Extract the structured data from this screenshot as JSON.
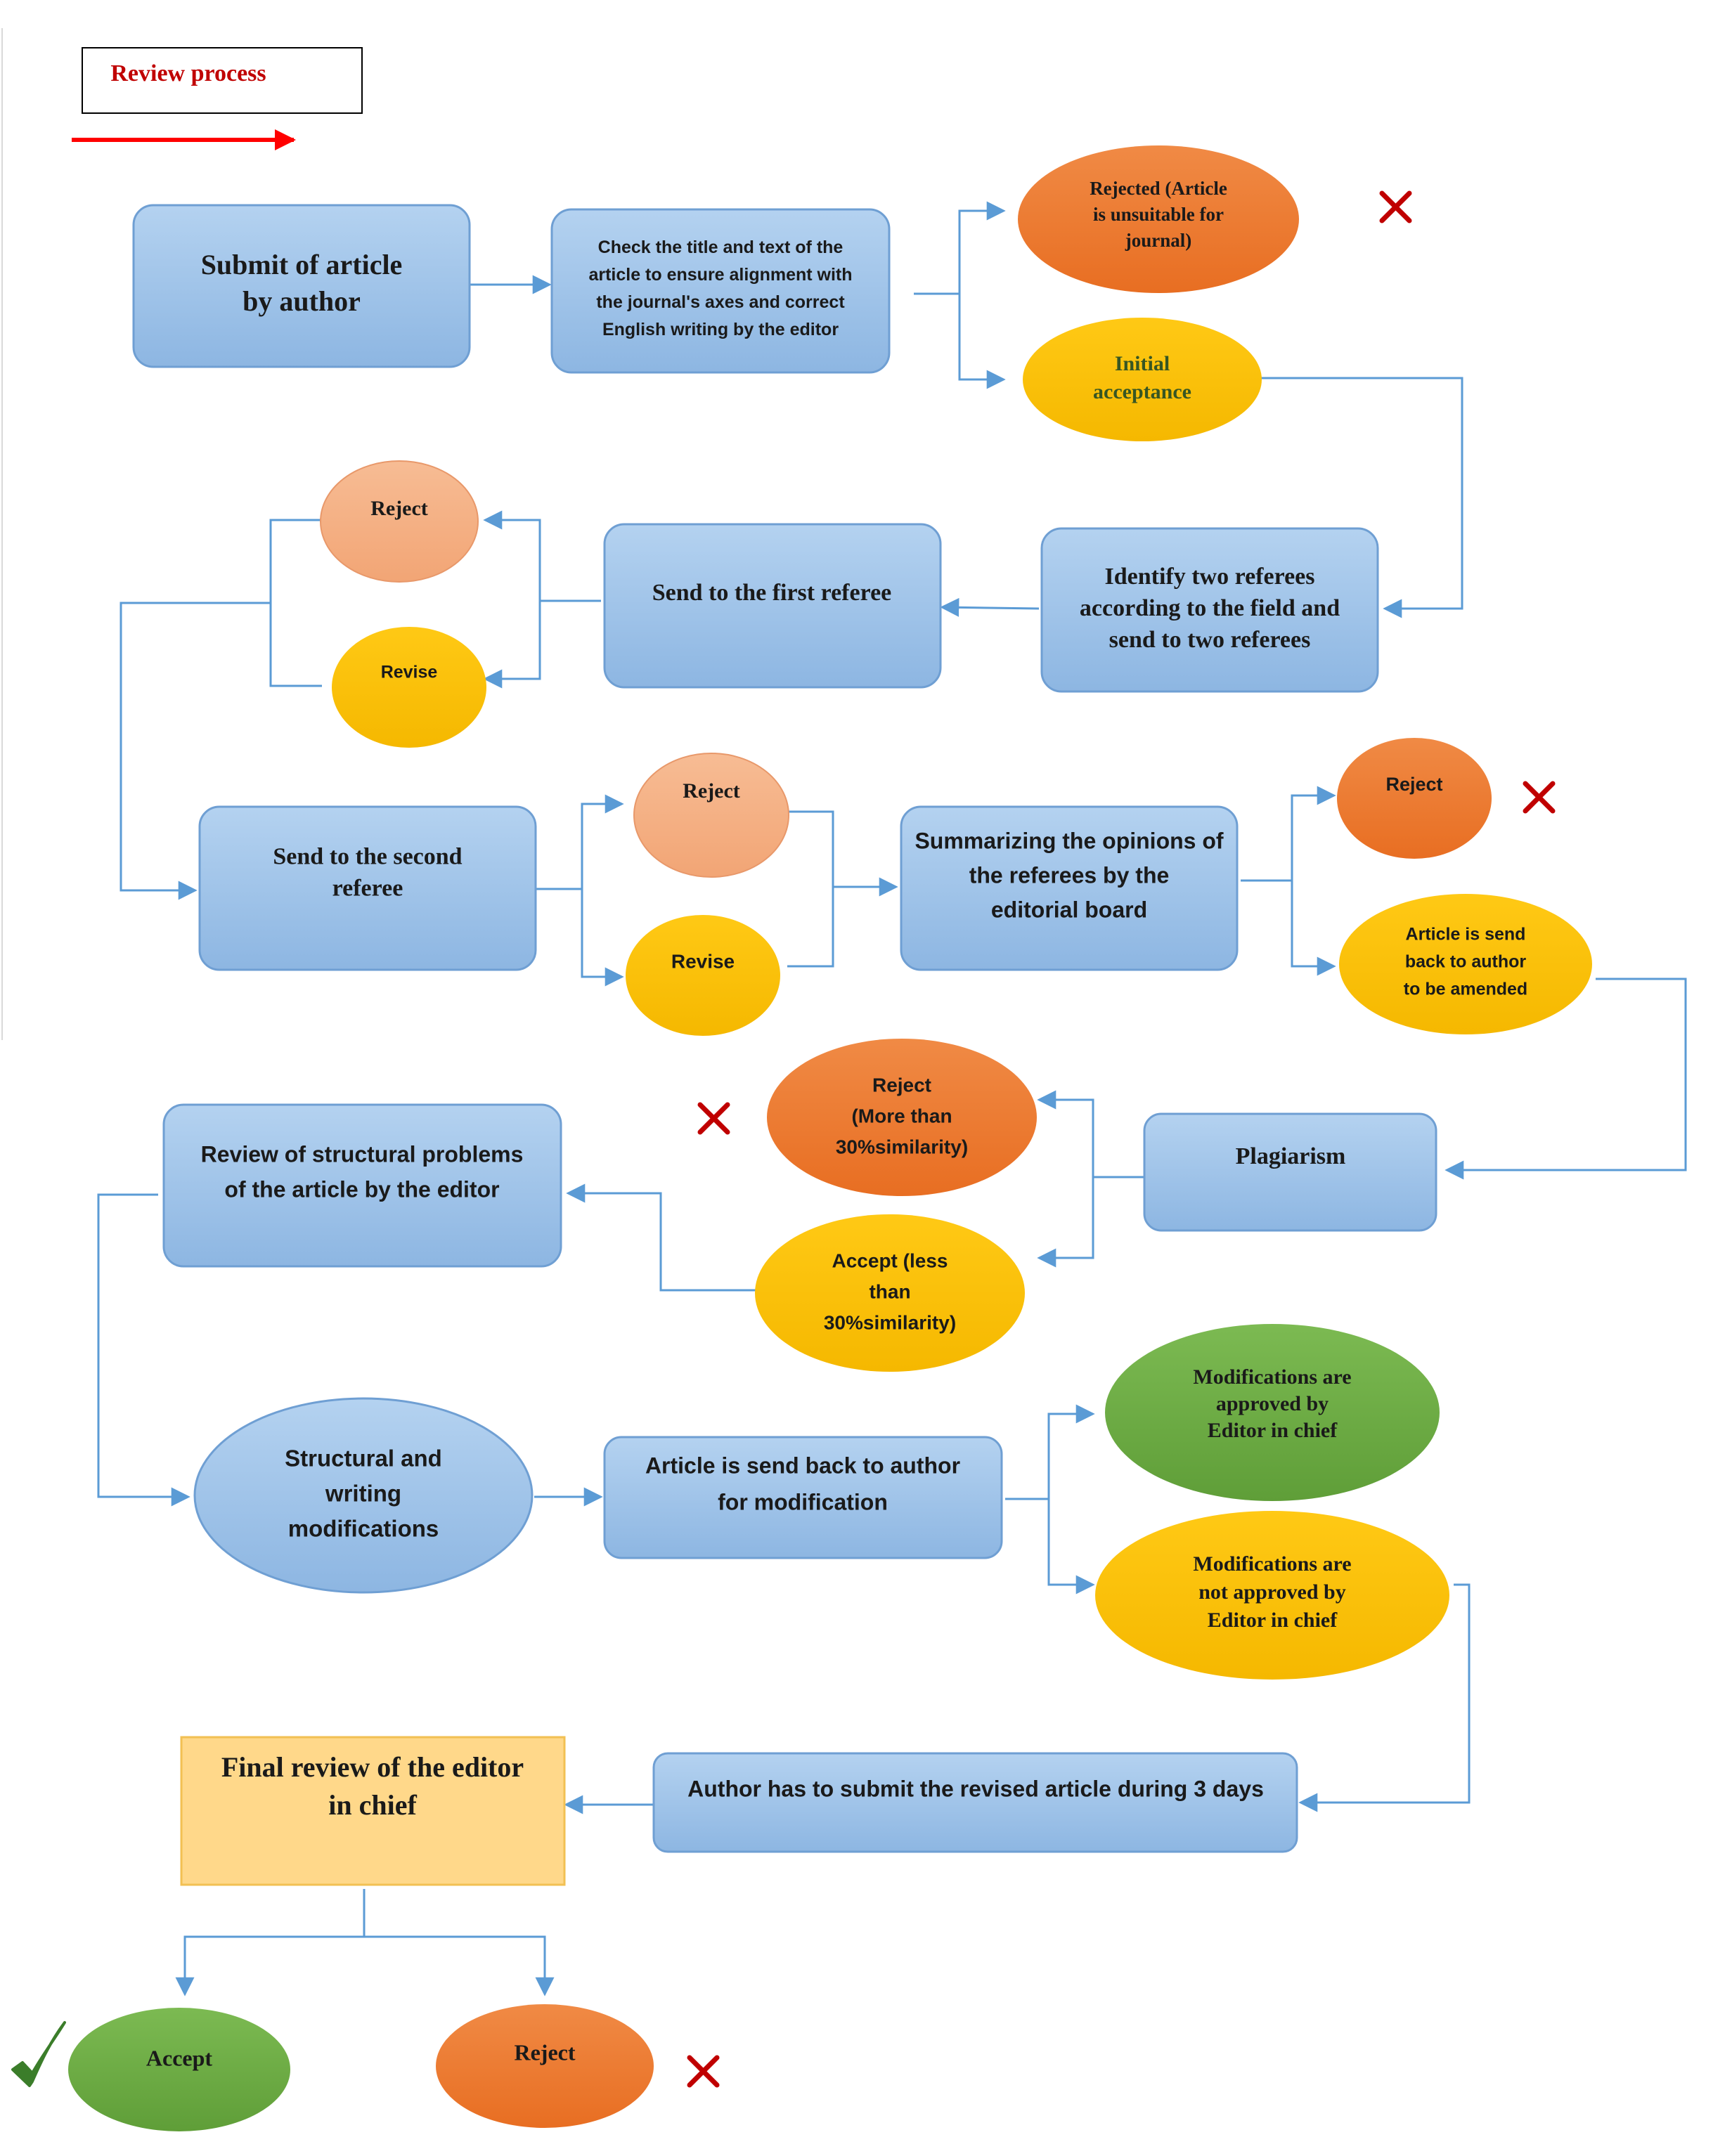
{
  "legend": {
    "title": "Review process"
  },
  "nodes": {
    "submit": "Submit of article by author",
    "check": "Check the title and text of the article to ensure alignment with the journal's axes and correct English writing by the editor",
    "rejected_unsuitable": "Rejected (Article is unsuitable for journal)",
    "initial_acceptance": "Initial acceptance",
    "identify_referees": "Identify two referees according to the field and send to two referees",
    "first_referee": "Send to the first referee",
    "reject_1": "Reject",
    "revise_1": "Revise",
    "second_referee": "Send to the second referee",
    "reject_2": "Reject",
    "revise_2": "Revise",
    "summarizing": "Summarizing the opinions of the referees by the editorial board",
    "reject_3": "Reject",
    "send_back_amend": "Article is send back to author to be amended",
    "plagiarism": "Plagiarism",
    "reject_similarity": "Reject (More than 30%similarity)",
    "accept_similarity": "Accept (less than 30%similarity)",
    "review_structural": "Review of structural problems of the article by the editor",
    "structural_mods": "Structural and writing modifications",
    "send_back_mod": "Article is send back to author for modification",
    "mods_approved": "Modifications are approved by Editor in chief",
    "mods_not_approved": "Modifications are not approved by Editor in chief",
    "resubmit": "Author has to submit the revised article during 3 days",
    "final_review": "Final review of the editor in chief",
    "accept_final": "Accept",
    "reject_final": "Reject"
  },
  "colors": {
    "box_blue": "#9dc3e6",
    "box_border": "#6f9fd3",
    "orange": "#ee7c31",
    "salmon": "#f4b183",
    "yellow": "#ffc000",
    "green": "#70ad47",
    "final_box": "#ffd88a",
    "arrow": "#5b9bd5",
    "cross": "#c00000",
    "check": "#3b7d2a",
    "legend_red": "#ff0000"
  }
}
